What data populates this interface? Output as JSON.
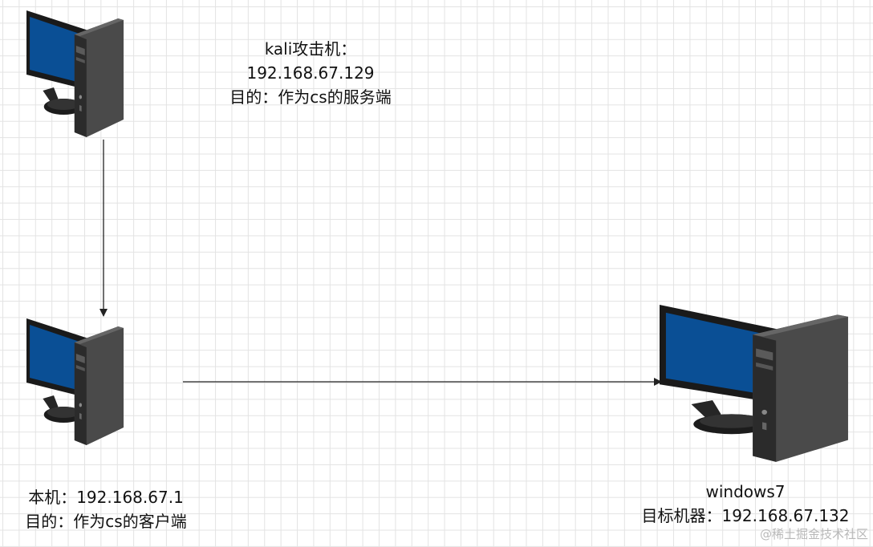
{
  "nodes": {
    "kali": {
      "icon": "desktop-computer-icon",
      "lines": [
        "kali攻击机：",
        "192.168.67.129",
        "目的：作为cs的服务端"
      ]
    },
    "local": {
      "icon": "desktop-computer-icon",
      "lines": [
        "本机：192.168.67.1",
        "目的：作为cs的客户端"
      ]
    },
    "windows7": {
      "icon": "desktop-computer-icon",
      "lines": [
        "windows7",
        "目标机器：192.168.67.132"
      ]
    }
  },
  "edges": [
    {
      "from": "kali",
      "to": "local"
    },
    {
      "from": "local",
      "to": "windows7"
    }
  ],
  "watermark": "@稀土掘金技术社区",
  "colors": {
    "screen": "#0a4f95",
    "monitor_frame": "#1a1a1a",
    "tower_front": "#2b2b2b",
    "tower_side": "#4a4a4a",
    "edge": "#222222",
    "grid": "#e3e3e3"
  }
}
